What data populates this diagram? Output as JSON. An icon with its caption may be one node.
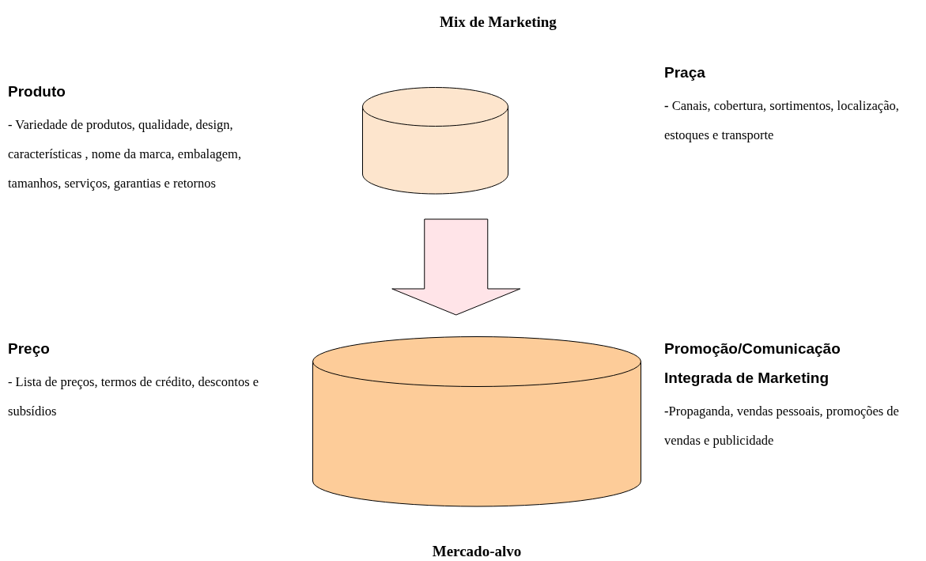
{
  "diagram": {
    "nodes": [
      {
        "text": [],
        "shape": "cylinder",
        "beside": [
          "Mix de Marketing"
        ]
      },
      {
        "text": [],
        "shape": "cylinder",
        "beside": [
          "Mercado-alvo"
        ]
      }
    ],
    "edges": [
      {
        "from": 0,
        "to": 1,
        "arrow": "to",
        "style": "thick"
      }
    ],
    "labels": [
      "Produto",
      "- Variedade de produtos, qualidade, design, características , nome da marca, embalagem, tamanhos, serviços, garantias e retornos",
      "Praça",
      "**-** Canais, cobertura, sortimentos, localização, estoques e transporte",
      "Preço",
      "- Lista de preços, termos de crédito, descontos e subsídios",
      "Promoção/Comunicação Integrada de Marketing",
      "**-**Propaganda, vendas pessoais, promoções de vendas e publicidade"
    ]
  }
}
